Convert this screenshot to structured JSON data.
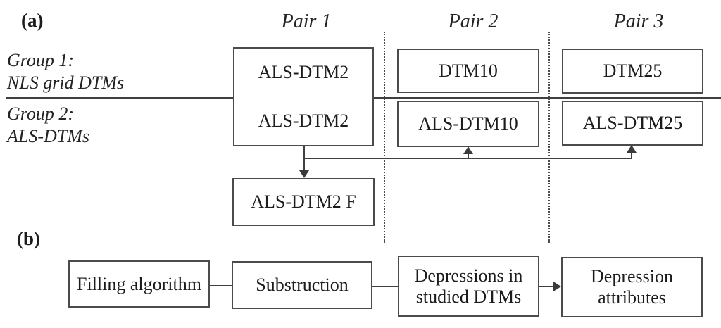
{
  "panel_a": {
    "label": "(a)",
    "headers": [
      {
        "label": "Pair 1"
      },
      {
        "label": "Pair 2"
      },
      {
        "label": "Pair 3"
      }
    ],
    "group1": {
      "line1": "Group 1:",
      "line2": "NLS grid DTMs"
    },
    "group2": {
      "line1": "Group 2:",
      "line2": "ALS-DTMs"
    },
    "boxes": {
      "pair1_group1": "ALS-DTM2",
      "pair1_group2": "ALS-DTM2",
      "pair2_group1": "DTM10",
      "pair2_group2": "ALS-DTM10",
      "pair3_group1": "DTM25",
      "pair3_group2": "ALS-DTM25",
      "filtered": "ALS-DTM2 F"
    }
  },
  "panel_b": {
    "label": "(b)",
    "steps": [
      {
        "lines": [
          "Filling algorithm"
        ]
      },
      {
        "lines": [
          "Substruction"
        ]
      },
      {
        "lines": [
          "Depressions in",
          "studied DTMs"
        ]
      },
      {
        "lines": [
          "Depression",
          "attributes"
        ]
      }
    ]
  },
  "colors": {
    "line": "#3f3f3f",
    "border": "#4b4b4b",
    "text": "#1c1c1c",
    "background": "#ffffff"
  }
}
